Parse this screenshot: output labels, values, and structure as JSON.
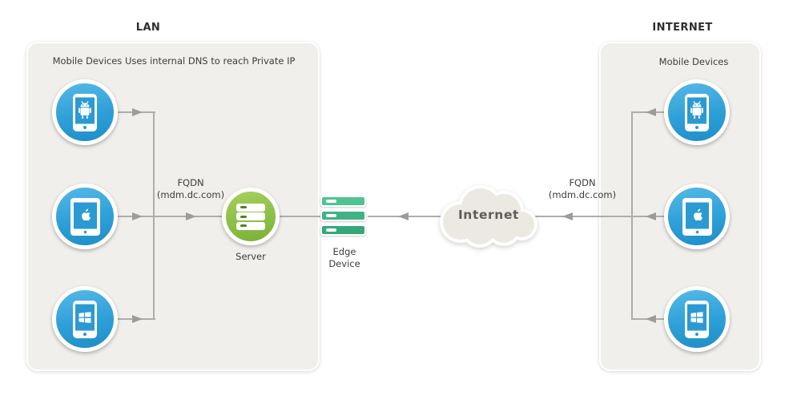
{
  "titles": {
    "lan": "LAN",
    "internet": "INTERNET"
  },
  "lan_box": {
    "caption": "Mobile Devices Uses internal DNS to reach Private IP",
    "devices": [
      "android",
      "apple",
      "windows"
    ],
    "fqdn_line1": "FQDN",
    "fqdn_line2": "(mdm.dc.com)",
    "server_label": "Server"
  },
  "middle": {
    "edge_label_line1": "Edge",
    "edge_label_line2": "Device",
    "cloud_label": "Internet"
  },
  "internet_box": {
    "caption": "Mobile Devices",
    "devices": [
      "android",
      "apple",
      "windows"
    ],
    "fqdn_line1": "FQDN",
    "fqdn_line2": "(mdm.dc.com)"
  },
  "colors": {
    "device_blue_top": "#55b9e7",
    "device_blue_bottom": "#1e8ec6",
    "device_screen_blue": "#2b9ad3",
    "server_green_top": "#a6d05e",
    "server_green_bottom": "#7bb138",
    "server_dash_green": "#587f25",
    "edge_green_1": "#4fc392",
    "edge_green_2": "#3fb384",
    "edge_green_3": "#35a87a",
    "zone_background": "#f0efeb",
    "cloud_background": "#ece9e3",
    "line_gray": "#adadad",
    "arrow_gray": "#9c9c9c",
    "text_dark": "#3c3c3c"
  }
}
